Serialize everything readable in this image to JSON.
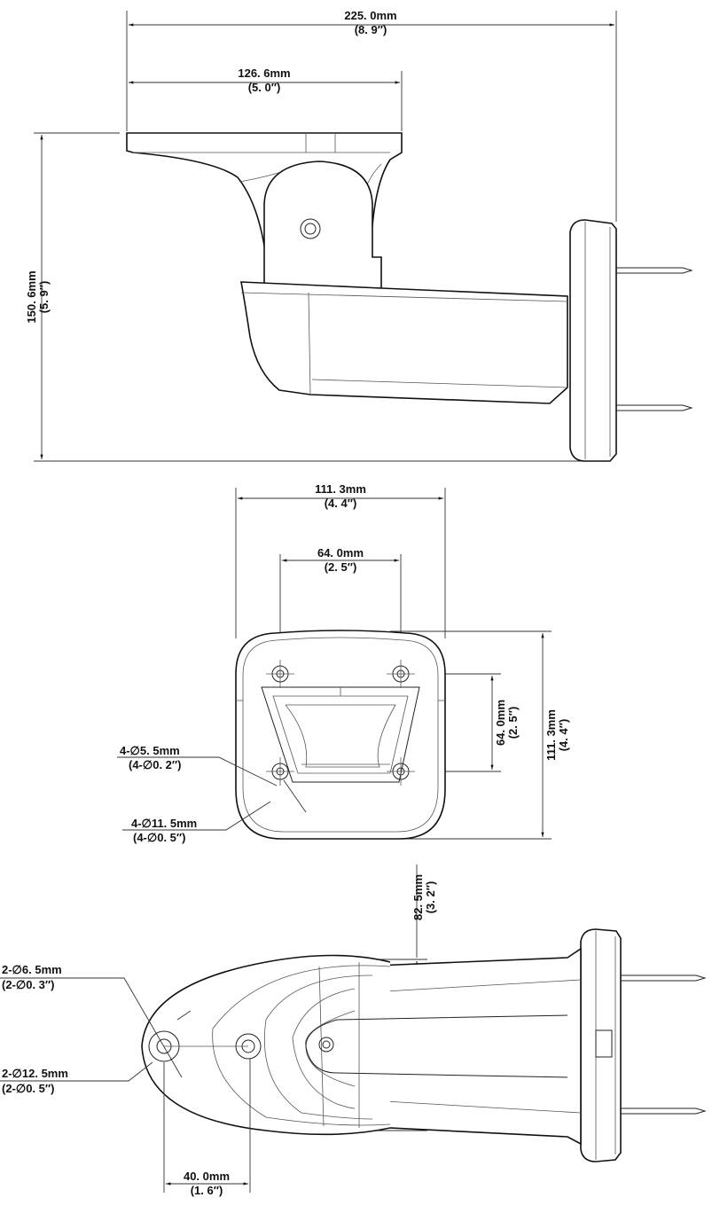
{
  "side_view": {
    "total_length": {
      "mm": "225. 0mm",
      "inch": "(8. 9″)"
    },
    "arm_length": {
      "mm": "126. 6mm",
      "inch": "(5. 0″)"
    },
    "height": {
      "mm": "150. 6mm",
      "inch": "(5. 9″)"
    }
  },
  "front_view": {
    "width": {
      "mm": "111. 3mm",
      "inch": "(4. 4″)"
    },
    "hole_spacing_h": {
      "mm": "64. 0mm",
      "inch": "(2. 5″)"
    },
    "hole_spacing_v": {
      "mm": "64. 0mm",
      "inch": "(2. 5″)"
    },
    "height": {
      "mm": "111. 3mm",
      "inch": "(4. 4″)"
    },
    "hole_small": {
      "mm": "4-∅5. 5mm",
      "inch": "(4-∅0. 2″)"
    },
    "hole_large": {
      "mm": "4-∅11. 5mm",
      "inch": "(4-∅0. 5″)"
    }
  },
  "top_view": {
    "width": {
      "mm": "82. 5mm",
      "inch": "(3. 2″)"
    },
    "hole_small": {
      "mm": "2-∅6. 5mm",
      "inch": "(2-∅0. 3″)"
    },
    "hole_large": {
      "mm": "2-∅12. 5mm",
      "inch": "(2-∅0. 5″)"
    },
    "hole_spacing": {
      "mm": "40. 0mm",
      "inch": "(1. 6″)"
    }
  }
}
